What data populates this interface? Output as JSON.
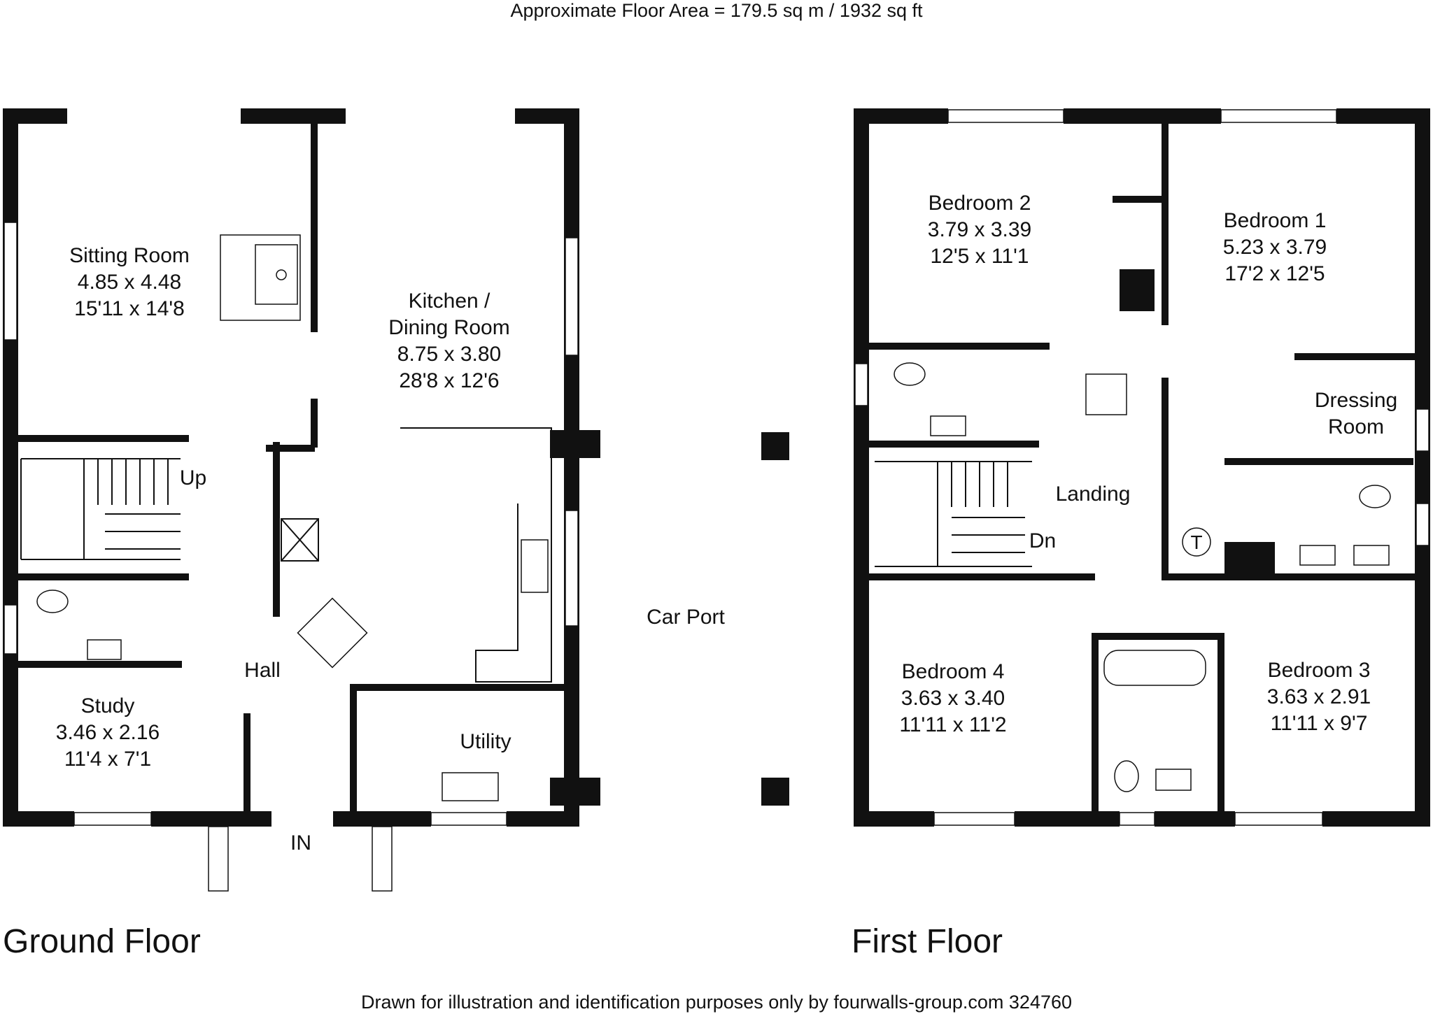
{
  "header": {
    "area": "Approximate Floor Area = 179.5 sq m / 1932 sq ft"
  },
  "footer": {
    "credit": "Drawn for illustration and identification purposes only by fourwalls-group.com 324760"
  },
  "ground_floor": {
    "title": "Ground Floor",
    "sitting_room": {
      "name": "Sitting Room",
      "metric": "4.85 x 4.48",
      "imperial": "15'11 x 14'8"
    },
    "kitchen": {
      "name1": "Kitchen /",
      "name2": "Dining Room",
      "metric": "8.75 x 3.80",
      "imperial": "28'8 x 12'6"
    },
    "study": {
      "name": "Study",
      "metric": "3.46 x 2.16",
      "imperial": "11'4 x 7'1"
    },
    "hall": "Hall",
    "utility": "Utility",
    "stairs_up": "Up",
    "entrance": "IN"
  },
  "car_port": "Car Port",
  "first_floor": {
    "title": "First Floor",
    "bedroom1": {
      "name": "Bedroom 1",
      "metric": "5.23 x 3.79",
      "imperial": "17'2 x 12'5"
    },
    "bedroom2": {
      "name": "Bedroom 2",
      "metric": "3.79 x 3.39",
      "imperial": "12'5 x 11'1"
    },
    "bedroom3": {
      "name": "Bedroom 3",
      "metric": "3.63 x 2.91",
      "imperial": "11'11 x 9'7"
    },
    "bedroom4": {
      "name": "Bedroom 4",
      "metric": "3.63 x 3.40",
      "imperial": "11'11 x 11'2"
    },
    "dressing": {
      "line1": "Dressing",
      "line2": "Room"
    },
    "landing": "Landing",
    "stairs_down": "Dn",
    "tank": "T"
  }
}
